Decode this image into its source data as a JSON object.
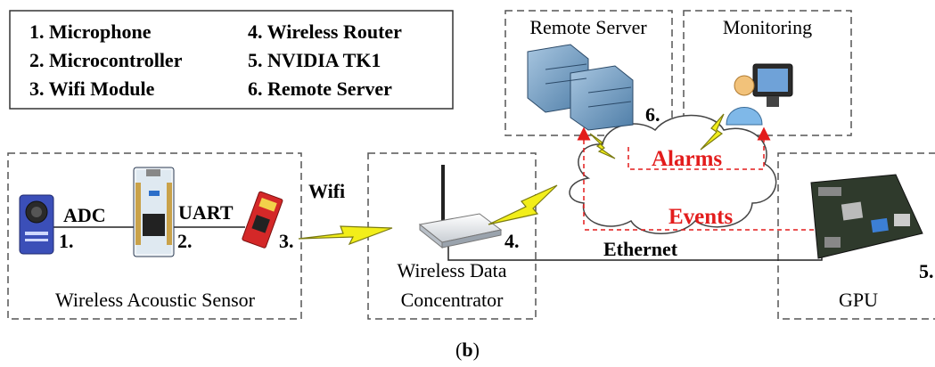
{
  "legend": {
    "items": [
      "1. Microphone",
      "2. Microcontroller",
      "3. Wifi Module",
      "4. Wireless Router",
      "5. NVIDIA TK1",
      "6. Remote Server"
    ]
  },
  "boxes": {
    "sensor": "Wireless Acoustic Sensor",
    "concentrator_line1": "Wireless Data",
    "concentrator_line2": "Concentrator",
    "gpu": "GPU",
    "server": "Remote Server",
    "monitoring": "Monitoring"
  },
  "labels": {
    "adc": "ADC",
    "uart": "UART",
    "wifi": "Wifi",
    "ethernet": "Ethernet",
    "alarms": "Alarms",
    "events": "Events",
    "n1": "1.",
    "n2": "2.",
    "n3": "3.",
    "n4": "4.",
    "n5": "5.",
    "n6": "6."
  },
  "caption": {
    "open": "(",
    "letter": "b",
    "close": ")"
  },
  "colors": {
    "alarm_red": "#e31c1c",
    "lightning": "#f2ee1a",
    "dashed_border": "#555555"
  }
}
